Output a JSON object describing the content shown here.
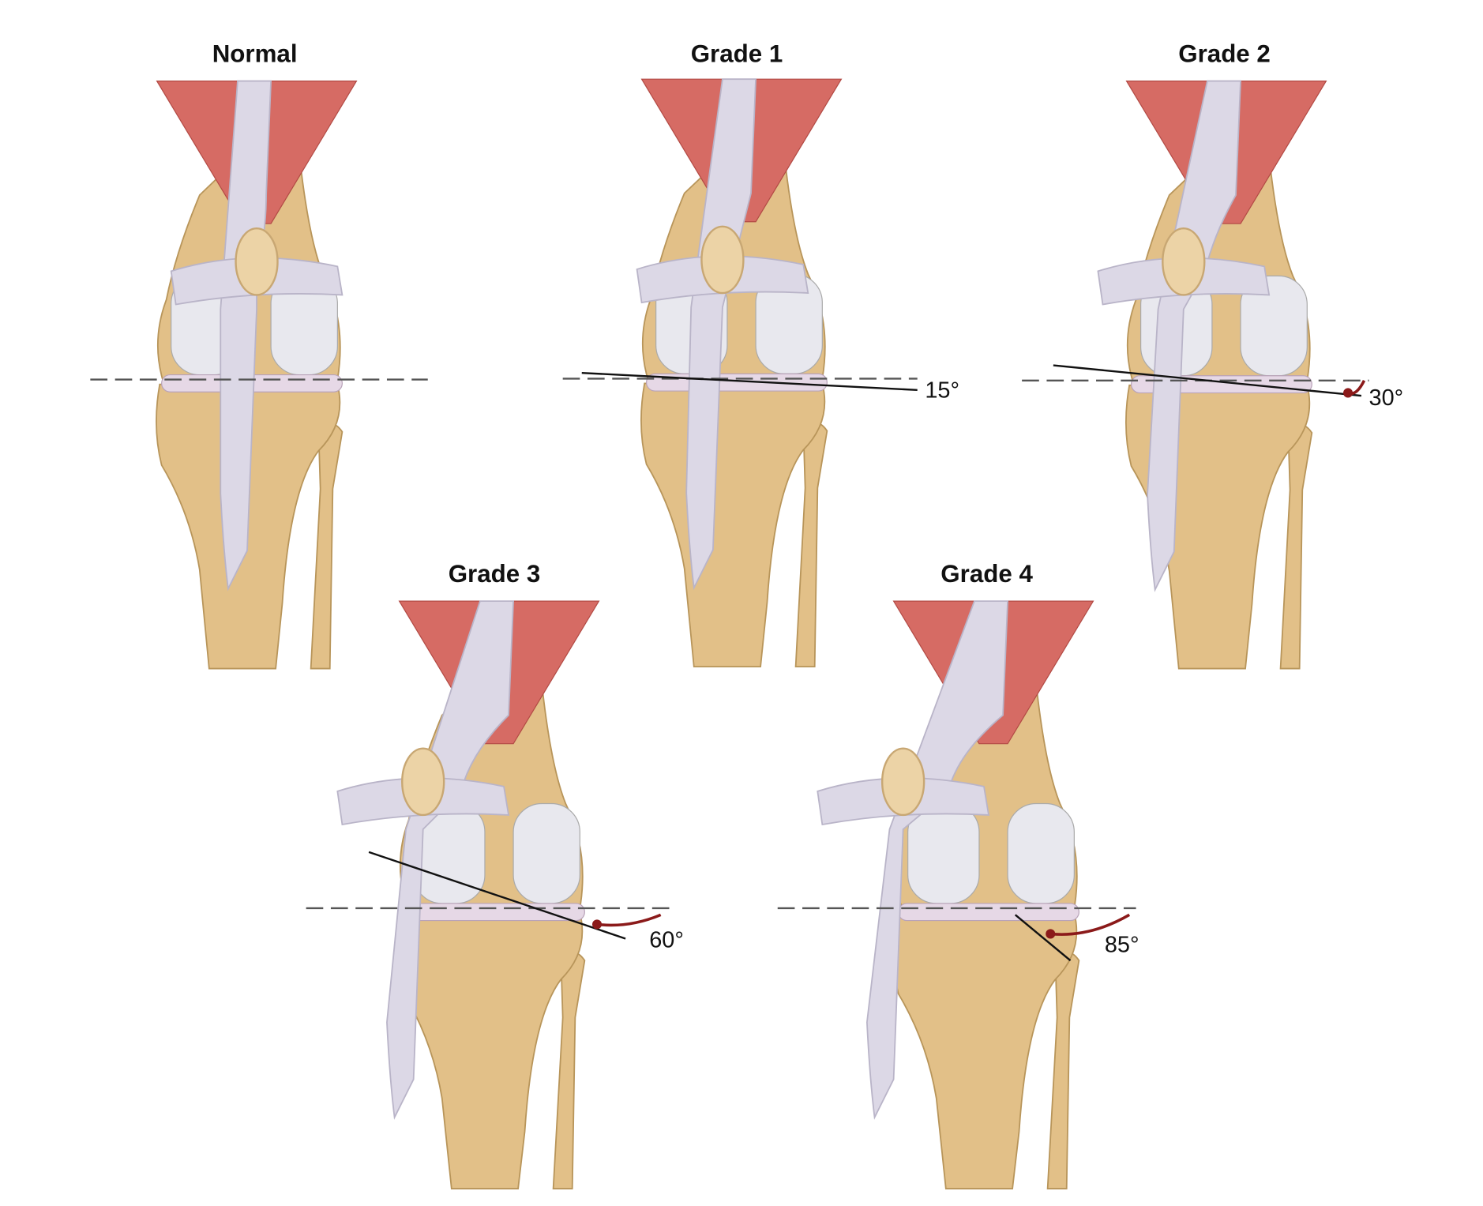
{
  "panels": [
    {
      "title": "Normal",
      "angle": ""
    },
    {
      "title": "Grade 1",
      "angle": "15°"
    },
    {
      "title": "Grade 2",
      "angle": "30°"
    },
    {
      "title": "Grade 3",
      "angle": "60°"
    },
    {
      "title": "Grade 4",
      "angle": "85°"
    }
  ],
  "colors": {
    "muscle": "#d66b64",
    "bone": "#e2c088",
    "ligament": "#dcd8e6",
    "cartilage": "#e8e8ee",
    "arrow": "#8b1a1a"
  }
}
